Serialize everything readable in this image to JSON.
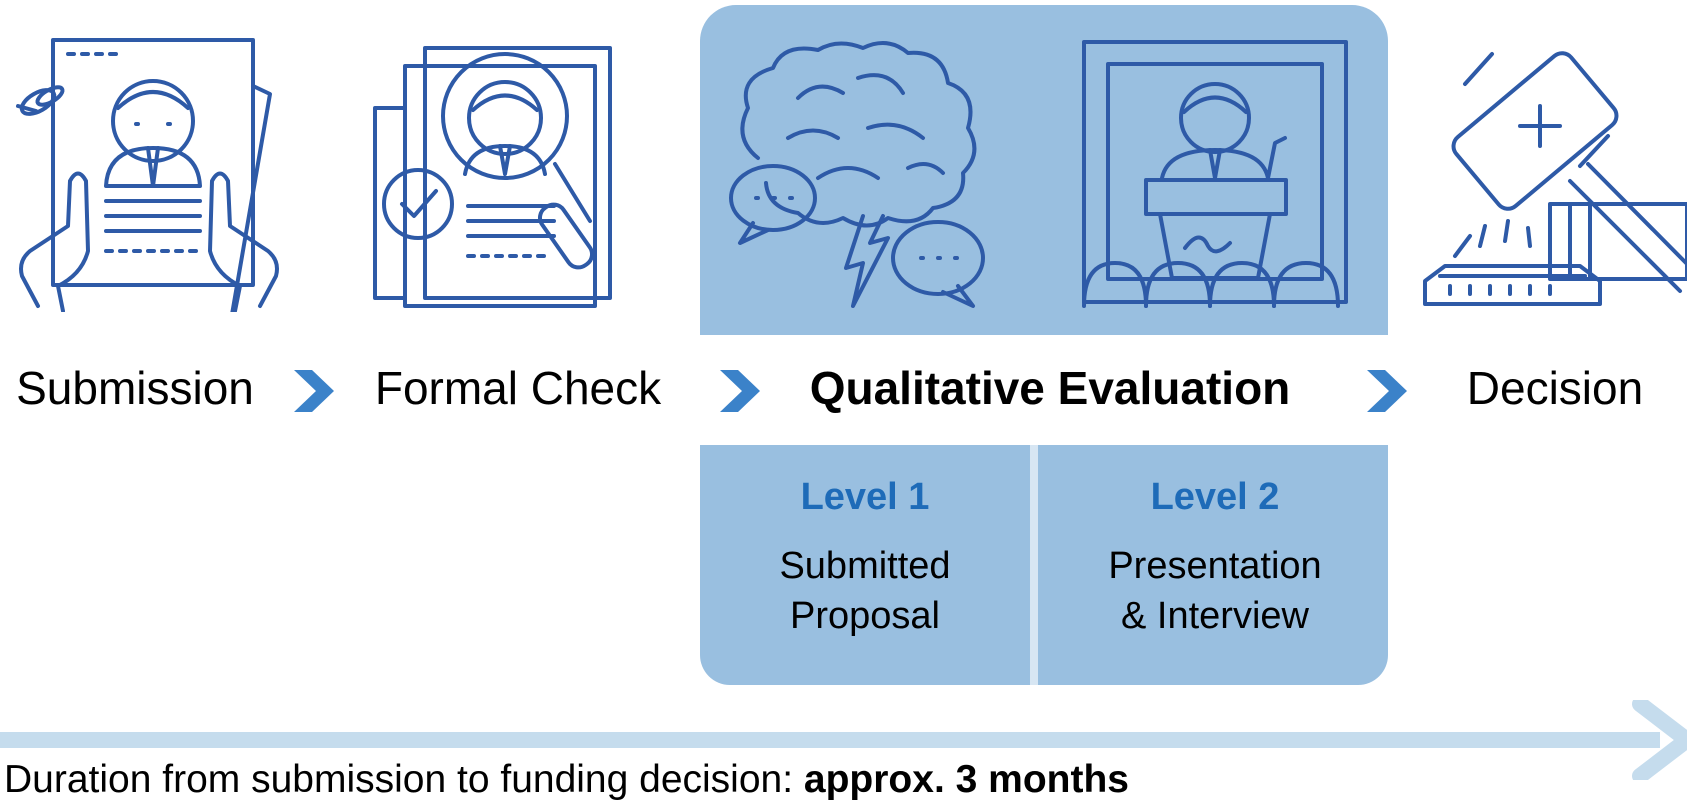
{
  "steps": [
    {
      "label": "Submission",
      "icon": "resume-in-hands-icon"
    },
    {
      "label": "Formal Check",
      "icon": "document-magnifier-check-icon"
    },
    {
      "label": "Qualitative Evaluation",
      "icon": "brain-discussion-icon"
    },
    {
      "label": "Decision",
      "icon": "gavel-icon"
    }
  ],
  "evaluation": {
    "presentation_icon": "presenter-podium-icon",
    "levels": [
      {
        "title": "Level 1",
        "desc_line1": "Submitted",
        "desc_line2": "Proposal"
      },
      {
        "title": "Level 2",
        "desc_line1": "Presentation",
        "desc_line2": "& Interview"
      }
    ]
  },
  "timeline": {
    "duration_label": "Duration from submission to funding decision:",
    "duration_value": "approx. 3 months"
  },
  "colors": {
    "icon_stroke": "#2e5aa7",
    "panel": "#99bfe0",
    "chevron": "#3b82c9",
    "level_title": "#1e6bb8",
    "timeline_arrow": "#c5dced"
  }
}
